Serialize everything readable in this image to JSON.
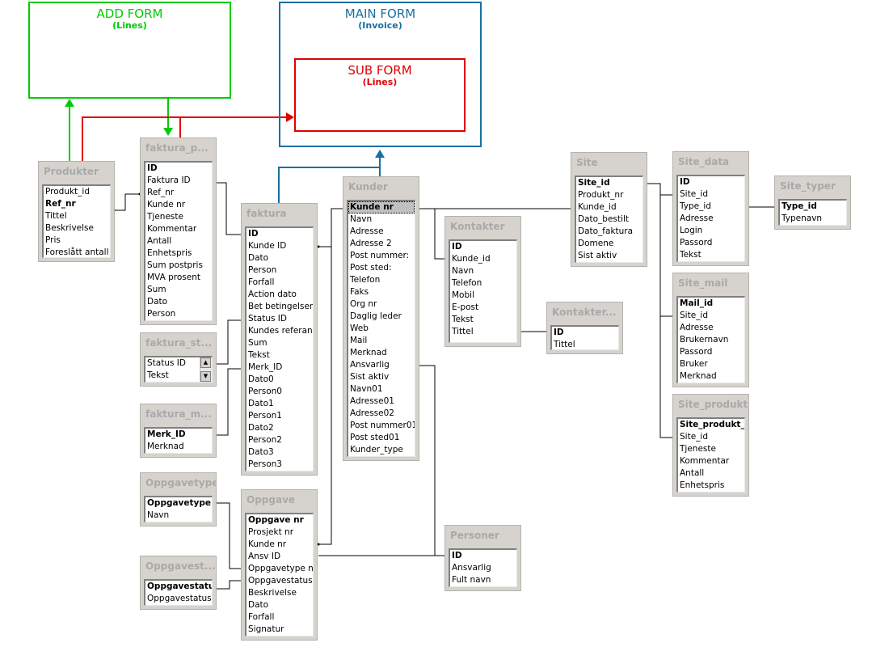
{
  "forms": {
    "add": {
      "title": "ADD FORM",
      "sub": "(Lines)",
      "color": "#00cc00"
    },
    "main": {
      "title": "MAIN FORM",
      "sub": "(Invoice)",
      "color": "#1a6fa0"
    },
    "subform": {
      "title": "SUB FORM",
      "sub": "(Lines)",
      "color": "#e00000"
    }
  },
  "tables": {
    "produkter": {
      "title": "Produkter",
      "fields": [
        "Produkt_id",
        "Ref_nr",
        "Tittel",
        "Beskrivelse",
        "Pris",
        "Foreslått antall"
      ],
      "key": [
        1
      ]
    },
    "faktura_p": {
      "title": "faktura_p...",
      "fields": [
        "ID",
        "Faktura ID",
        "Ref_nr",
        "Kunde nr",
        "Tjeneste",
        "Kommentar",
        "Antall",
        "Enhetspris",
        "Sum postpris",
        "MVA prosent",
        "Sum",
        "Dato",
        "Person"
      ],
      "key": [
        0
      ]
    },
    "faktura_st": {
      "title": "faktura_st...",
      "fields": [
        "Status ID",
        "Tekst"
      ],
      "key": []
    },
    "faktura_m": {
      "title": "faktura_m...",
      "fields": [
        "Merk_ID",
        "Merknad"
      ],
      "key": [
        0
      ]
    },
    "oppgavetype": {
      "title": "Oppgavetype",
      "fields": [
        "Oppgavetype nr",
        "Navn"
      ],
      "key": [
        0
      ]
    },
    "oppgavest": {
      "title": "Oppgavest...",
      "fields": [
        "Oppgavestatus id",
        "Oppgavestatus"
      ],
      "key": [
        0
      ]
    },
    "faktura": {
      "title": "faktura",
      "fields": [
        "ID",
        "Kunde ID",
        "Dato",
        "Person",
        "Forfall",
        "Action dato",
        "Bet betingelser ID",
        "Status ID",
        "Kundes referanse",
        "Sum",
        "Tekst",
        "Merk_ID",
        "Dato0",
        "Person0",
        "Dato1",
        "Person1",
        "Dato2",
        "Person2",
        "Dato3",
        "Person3"
      ],
      "key": [
        0
      ]
    },
    "oppgave": {
      "title": "Oppgave",
      "fields": [
        "Oppgave nr",
        "Prosjekt nr",
        "Kunde nr",
        "Ansv ID",
        "Oppgavetype nr",
        "Oppgavestatus",
        "Beskrivelse",
        "Dato",
        "Forfall",
        "Signatur"
      ],
      "key": [
        0
      ]
    },
    "kunder": {
      "title": "Kunder",
      "fields": [
        "Kunde nr",
        "Navn",
        "Adresse",
        "Adresse 2",
        "Post nummer:",
        "Post sted:",
        "Telefon",
        "Faks",
        "Org nr",
        "Daglig leder",
        "Web",
        "Mail",
        "Merknad",
        "Ansvarlig",
        "Sist aktiv",
        "Navn01",
        "Adresse01",
        "Adresse02",
        "Post nummer01",
        "Post sted01",
        "Kunder_type"
      ],
      "key": [
        0
      ]
    },
    "kontakter": {
      "title": "Kontakter",
      "fields": [
        "ID",
        "Kunde_id",
        "Navn",
        "Telefon",
        "Mobil",
        "E-post",
        "Tekst",
        "Tittel"
      ],
      "key": [
        0
      ]
    },
    "kontakter2": {
      "title": "Kontakter...",
      "fields": [
        "ID",
        "Tittel"
      ],
      "key": [
        0
      ]
    },
    "personer": {
      "title": "Personer",
      "fields": [
        "ID",
        "Ansvarlig",
        "Fult navn"
      ],
      "key": [
        0
      ]
    },
    "site": {
      "title": "Site",
      "fields": [
        "Site_id",
        "Produkt_nr",
        "Kunde_id",
        "Dato_bestilt",
        "Dato_faktura",
        "Domene",
        "Sist aktiv"
      ],
      "key": [
        0
      ]
    },
    "site_data": {
      "title": "Site_data",
      "fields": [
        "ID",
        "Site_id",
        "Type_id",
        "Adresse",
        "Login",
        "Passord",
        "Tekst"
      ],
      "key": [
        0
      ]
    },
    "site_typer": {
      "title": "Site_typer",
      "fields": [
        "Type_id",
        "Typenavn"
      ],
      "key": [
        0
      ]
    },
    "site_mail": {
      "title": "Site_mail",
      "fields": [
        "Mail_id",
        "Site_id",
        "Adresse",
        "Brukernavn",
        "Passord",
        "Bruker",
        "Merknad"
      ],
      "key": [
        0
      ]
    },
    "site_produkt": {
      "title": "Site_produkt",
      "fields": [
        "Site_produkt_id",
        "Site_id",
        "Tjeneste",
        "Kommentar",
        "Antall",
        "Enhetspris"
      ],
      "key": [
        0
      ]
    }
  }
}
